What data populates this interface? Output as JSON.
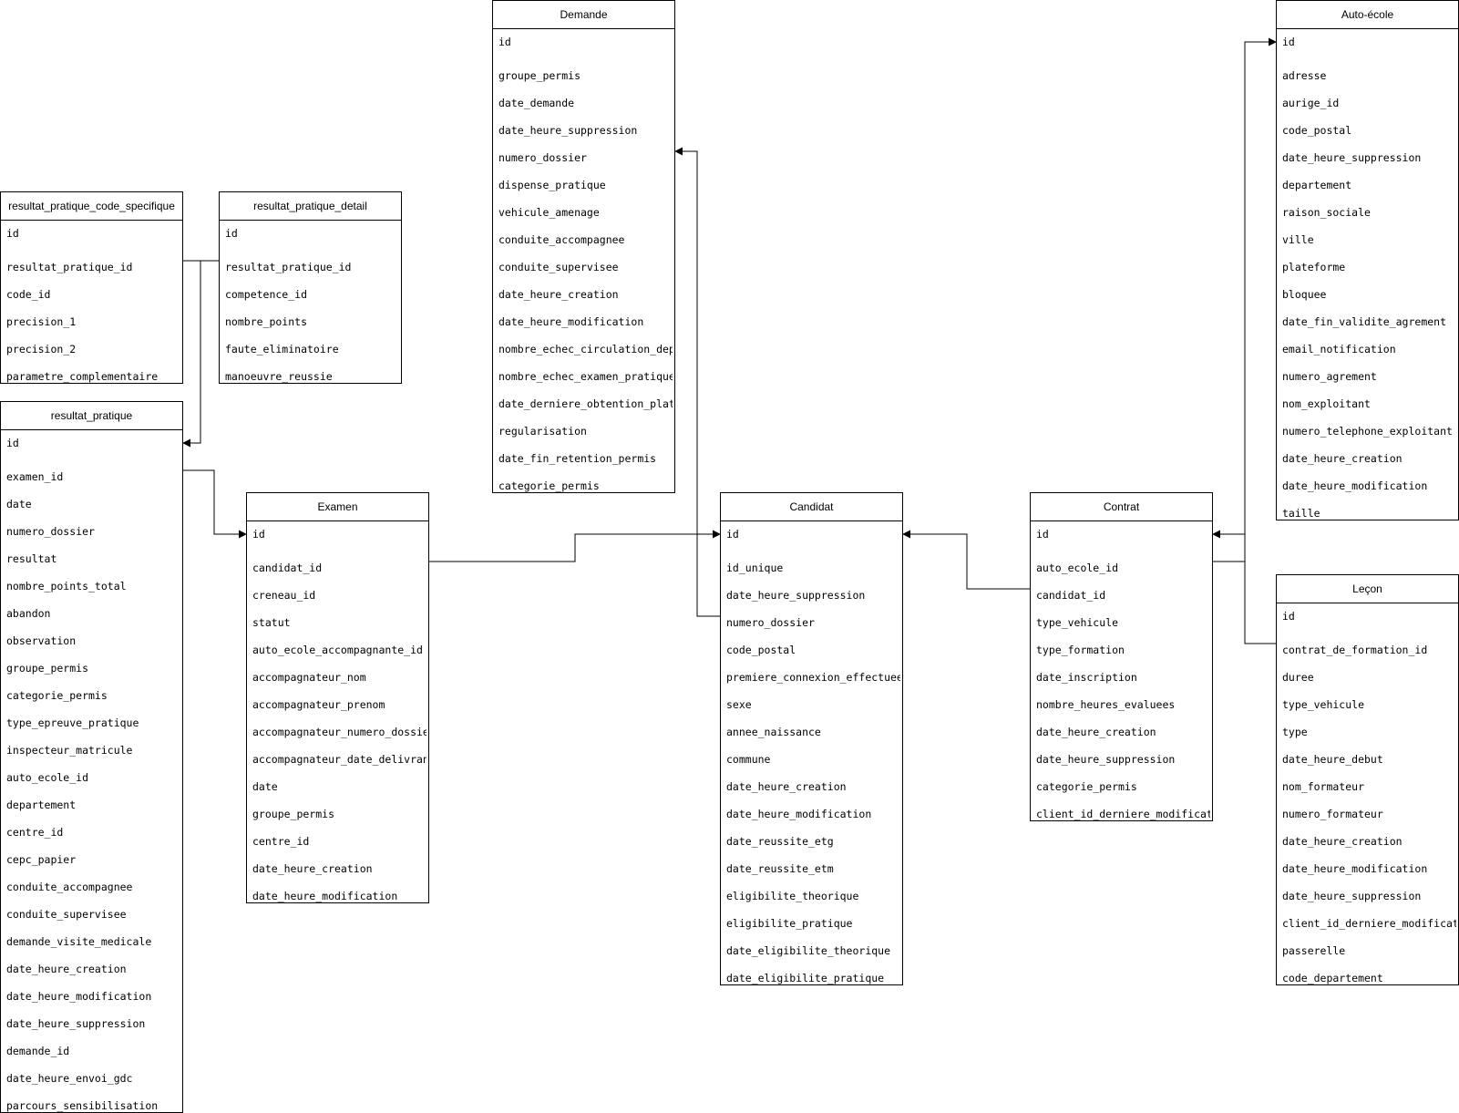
{
  "tables": {
    "rpcs": {
      "title": "resultat_pratique_code_specifique",
      "fields": [
        "id",
        "resultat_pratique_id",
        "code_id",
        "precision_1",
        "precision_2",
        "parametre_complementaire"
      ]
    },
    "rpd": {
      "title": "resultat_pratique_detail",
      "fields": [
        "id",
        "resultat_pratique_id",
        "competence_id",
        "nombre_points",
        "faute_eliminatoire",
        "manoeuvre_reussie"
      ]
    },
    "rp": {
      "title": "resultat_pratique",
      "fields": [
        "id",
        "examen_id",
        "date",
        "numero_dossier",
        "resultat",
        "nombre_points_total",
        "abandon",
        "observation",
        "groupe_permis",
        "categorie_permis",
        "type_epreuve_pratique",
        "inspecteur_matricule",
        "auto_ecole_id",
        "departement",
        "centre_id",
        "cepc_papier",
        "conduite_accompagnee",
        "conduite_supervisee",
        "demande_visite_medicale",
        "date_heure_creation",
        "date_heure_modification",
        "date_heure_suppression",
        "demande_id",
        "date_heure_envoi_gdc",
        "parcours_sensibilisation"
      ]
    },
    "exam": {
      "title": "Examen",
      "fields": [
        "id",
        "candidat_id",
        "creneau_id",
        "statut",
        "auto_ecole_accompagnante_id",
        "accompagnateur_nom",
        "accompagnateur_prenom",
        "accompagnateur_numero_dossier",
        "accompagnateur_date_delivranc",
        "date",
        "groupe_permis",
        "centre_id",
        "date_heure_creation",
        "date_heure_modification"
      ]
    },
    "dem": {
      "title": "Demande",
      "fields": [
        "id",
        "groupe_permis",
        "date_demande",
        "date_heure_suppression",
        "numero_dossier",
        "dispense_pratique",
        "vehicule_amenage",
        "conduite_accompagnee",
        "conduite_supervisee",
        "date_heure_creation",
        "date_heure_modification",
        "nombre_echec_circulation_depu",
        "nombre_echec_examen_pratique",
        "date_derniere_obtention_plate",
        "regularisation",
        "date_fin_retention_permis",
        "categorie_permis"
      ]
    },
    "cand": {
      "title": "Candidat",
      "fields": [
        "id",
        "id_unique",
        "date_heure_suppression",
        "numero_dossier",
        "code_postal",
        "premiere_connexion_effectuee",
        "sexe",
        "annee_naissance",
        "commune",
        "date_heure_creation",
        "date_heure_modification",
        "date_reussite_etg",
        "date_reussite_etm",
        "eligibilite_theorique",
        "eligibilite_pratique",
        "date_eligibilite_theorique",
        "date_eligibilite_pratique"
      ]
    },
    "contrat": {
      "title": "Contrat",
      "fields": [
        "id",
        "auto_ecole_id",
        "candidat_id",
        "type_vehicule",
        "type_formation",
        "date_inscription",
        "nombre_heures_evaluees",
        "date_heure_creation",
        "date_heure_suppression",
        "categorie_permis",
        "client_id_derniere_modificati"
      ]
    },
    "ae": {
      "title": "Auto-école",
      "fields": [
        "id",
        "adresse",
        "aurige_id",
        "code_postal",
        "date_heure_suppression",
        "departement",
        "raison_sociale",
        "ville",
        "plateforme",
        "bloquee",
        "date_fin_validite_agrement",
        "email_notification",
        "numero_agrement",
        "nom_exploitant",
        "numero_telephone_exploitant",
        "date_heure_creation",
        "date_heure_modification",
        "taille"
      ]
    },
    "lecon": {
      "title": "Leçon",
      "fields": [
        "id",
        "contrat_de_formation_id",
        "duree",
        "type_vehicule",
        "type",
        "date_heure_debut",
        "nom_formateur",
        "numero_formateur",
        "date_heure_creation",
        "date_heure_modification",
        "date_heure_suppression",
        "client_id_derniere_modificati",
        "passerelle",
        "code_departement"
      ]
    }
  }
}
